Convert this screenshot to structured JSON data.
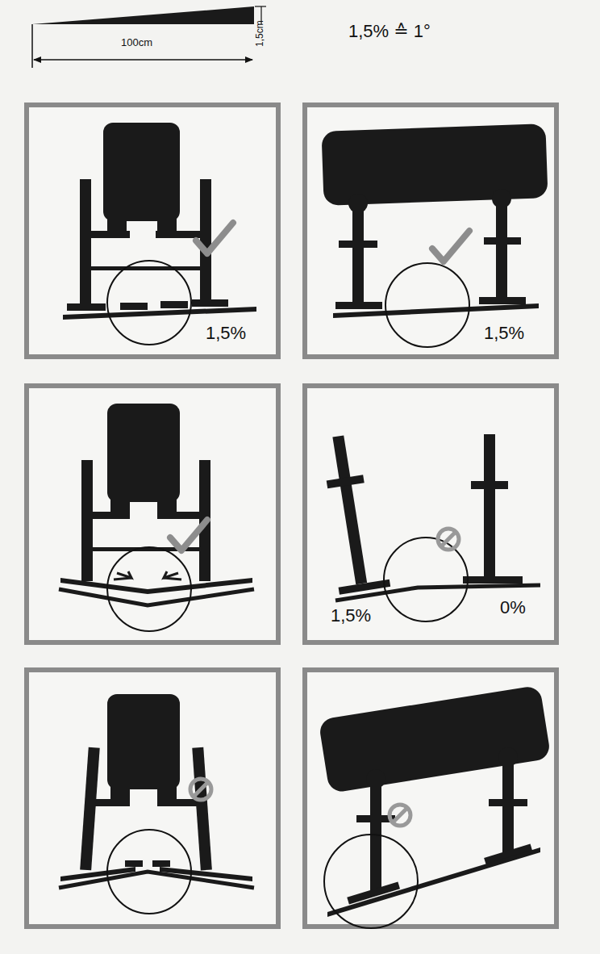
{
  "diagram": {
    "labels": [
      "100cm",
      "1,5cm",
      "1,5% ≙ 1°",
      "1,5%",
      "1,5%",
      "1,5%",
      "0%"
    ]
  }
}
